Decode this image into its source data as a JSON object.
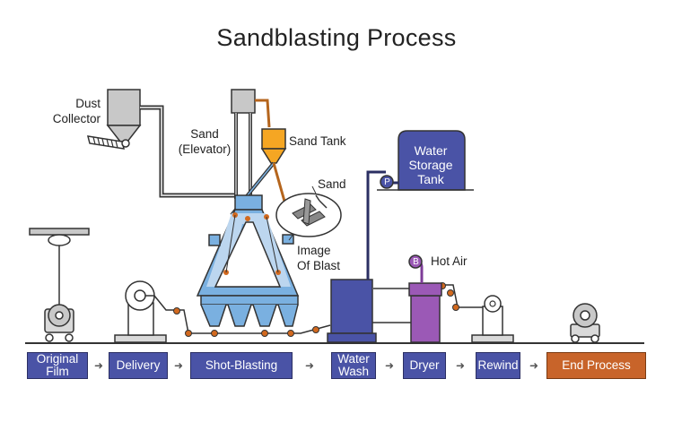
{
  "title": "Sandblasting Process",
  "labels": {
    "dust_collector": "Dust\nCollector",
    "sand_elevator": "Sand\n(Elevator)",
    "sand_tank": "Sand Tank",
    "sand": "Sand",
    "image_of_blast": "Image\nOf Blast",
    "water_storage_tank": "Water\nStorage\nTank",
    "hot_air": "Hot Air",
    "pump_marker": "P",
    "blower_marker": "B"
  },
  "steps": [
    {
      "label": "Original\nFilm",
      "color": "#4a53a6"
    },
    {
      "label": "Delivery",
      "color": "#4a53a6"
    },
    {
      "label": "Shot-Blasting",
      "color": "#4a53a6"
    },
    {
      "label": "Water\nWash",
      "color": "#4a53a6"
    },
    {
      "label": "Dryer",
      "color": "#4a53a6"
    },
    {
      "label": "Rewind",
      "color": "#4a53a6"
    },
    {
      "label": "End Process",
      "color": "#c8642a"
    }
  ],
  "arrow_glyph": "➜",
  "colors": {
    "outline": "#2b2f63",
    "machine_blue": "#7ab0e0",
    "machine_light": "#bcd6ef",
    "tank_blue": "#4a53a6",
    "sand_orange": "#f5a623",
    "pipe_brown": "#b5651d",
    "dryer_purple": "#9b59b6",
    "end_orange": "#c8642a",
    "gray": "#c8c8c8"
  }
}
